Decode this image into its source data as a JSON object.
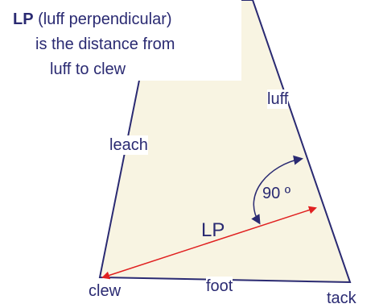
{
  "colors": {
    "sail_fill": "#f8f4e2",
    "sail_edge": "#2a2a72",
    "measure_line": "#e02020",
    "text": "#2a2a72"
  },
  "note": {
    "bold": "LP",
    "line1": "(luff perpendicular)",
    "line2": "is the distance from",
    "line3": "luff to clew"
  },
  "labels": {
    "luff": "luff",
    "leach": "leach",
    "foot": "foot",
    "clew": "clew",
    "tack": "tack",
    "lp": "LP",
    "angle": "90 º"
  }
}
